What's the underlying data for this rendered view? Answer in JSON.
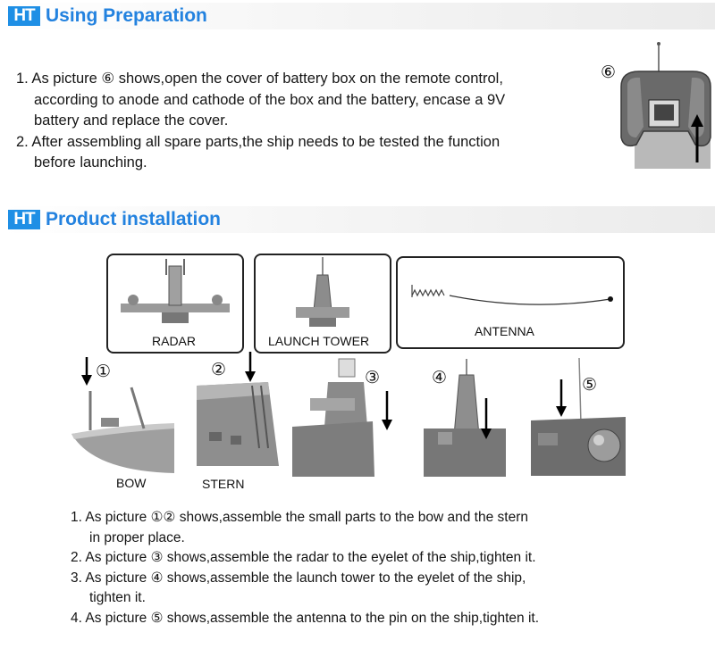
{
  "section1": {
    "badge": "HT",
    "title": "Using Preparation",
    "lines": [
      "1. As picture ⑥ shows,open the cover of battery box on the remote control,",
      "according to anode and cathode of the box and the battery, encase a 9V",
      "battery and replace the cover.",
      "2. After assembling all spare parts,the ship needs to be tested the function",
      "before launching."
    ],
    "picture_number": "⑥"
  },
  "section2": {
    "badge": "HT",
    "title": "Product installation",
    "parts": {
      "radar": "RADAR",
      "launch_tower": "LAUNCH TOWER",
      "antenna": "ANTENNA"
    },
    "pictures": {
      "p1": "①",
      "p2": "②",
      "p3": "③",
      "p4": "④",
      "p5": "⑤",
      "bow": "BOW",
      "stern": "STERN"
    },
    "steps": [
      "1. As picture ①② shows,assemble the small parts to the bow and the stern",
      "in proper place.",
      "2. As picture ③ shows,assemble the radar to the eyelet of the ship,tighten it.",
      "3. As picture ④ shows,assemble the launch tower to the eyelet of the ship,",
      "tighten it.",
      "4. As picture ⑤ shows,assemble the antenna to the pin on the ship,tighten it."
    ]
  }
}
